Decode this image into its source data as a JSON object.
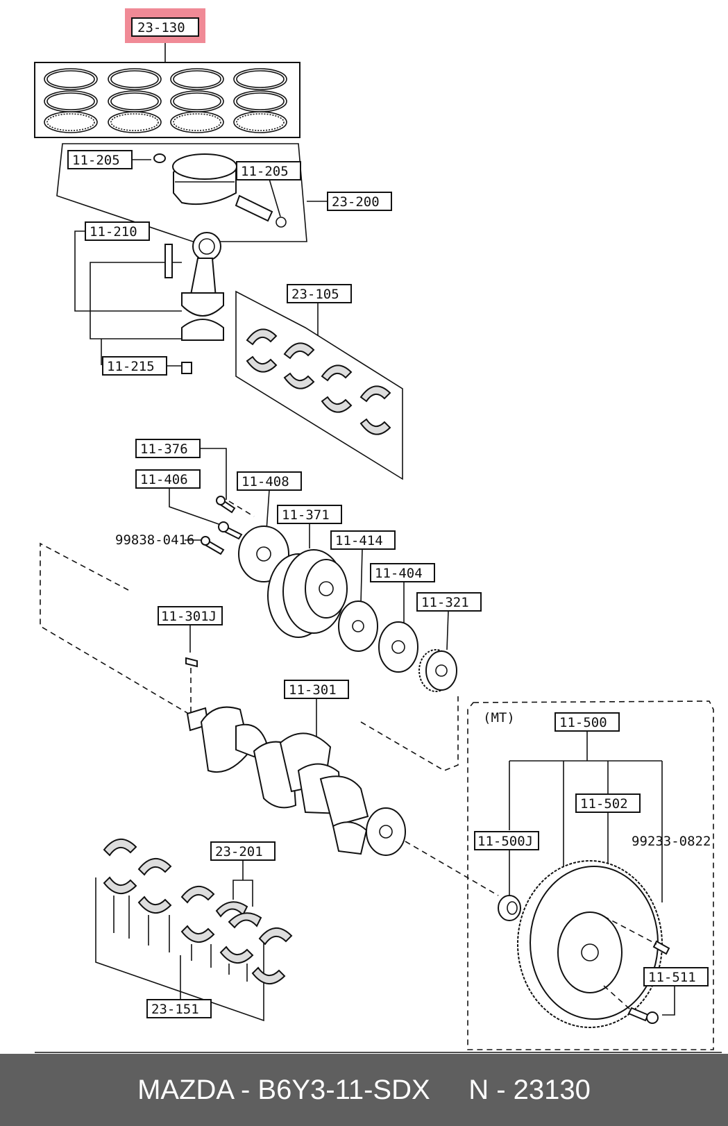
{
  "labels": {
    "l23_130": "23-130",
    "l11_205a": "11-205",
    "l11_205b": "11-205",
    "l23_200": "23-200",
    "l11_210": "11-210",
    "l11_215": "11-215",
    "l23_105": "23-105",
    "l11_376": "11-376",
    "l11_406": "11-406",
    "l11_408": "11-408",
    "l99838": "99838-0416",
    "l11_371": "11-371",
    "l11_414": "11-414",
    "l11_404": "11-404",
    "l11_321": "11-321",
    "l11_301J": "11-301J",
    "l11_301": "11-301",
    "lMT": "(MT)",
    "l11_500": "11-500",
    "l11_502": "11-502",
    "l11_500J": "11-500J",
    "l99233": "99233-0822",
    "l23_201": "23-201",
    "l11_511": "11-511",
    "l23_151": "23-151"
  },
  "highlight_color": "#f08a96",
  "footer": {
    "text": "MAZDA - B6Y3-11-SDX     N - 23130"
  }
}
